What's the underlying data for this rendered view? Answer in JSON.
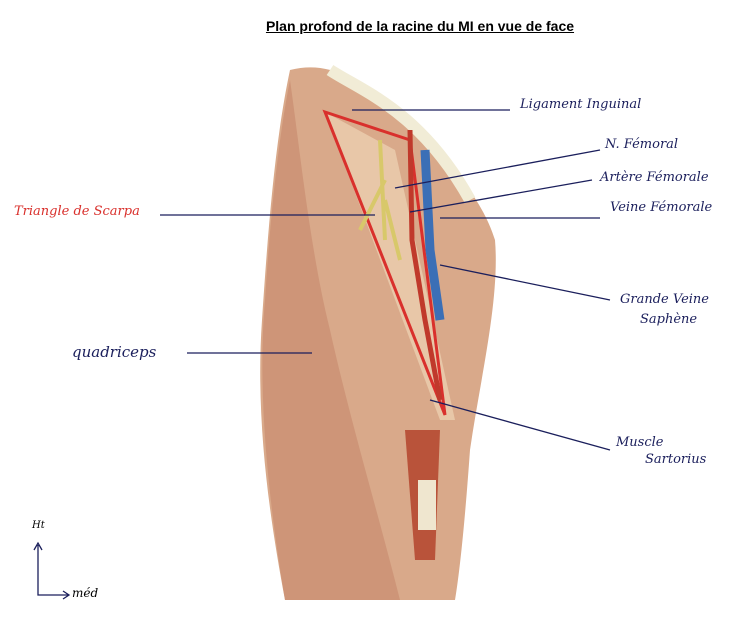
{
  "title": "Plan profond de la racine du MI en vue de face",
  "labels": {
    "ligament": "Ligament Inguinal",
    "nerf": "N. Fémoral",
    "artere": "Artère Fémorale",
    "veine": "Veine Fémorale",
    "saphene_1": "Grande Veine",
    "saphene_2": "Saphène",
    "sartorius_1": "Muscle",
    "sartorius_2": "Sartorius",
    "scarpa": "Triangle de Scarpa",
    "quadriceps": "quadriceps"
  },
  "axes": {
    "up": "Ht",
    "right": "méd"
  },
  "colors": {
    "label": "#1b1f5c",
    "scarpa": "#d9302c",
    "muscle": "#d9a98a",
    "artery": "#c0392b",
    "vein": "#3b6fb6",
    "nerve": "#d8c86a"
  }
}
